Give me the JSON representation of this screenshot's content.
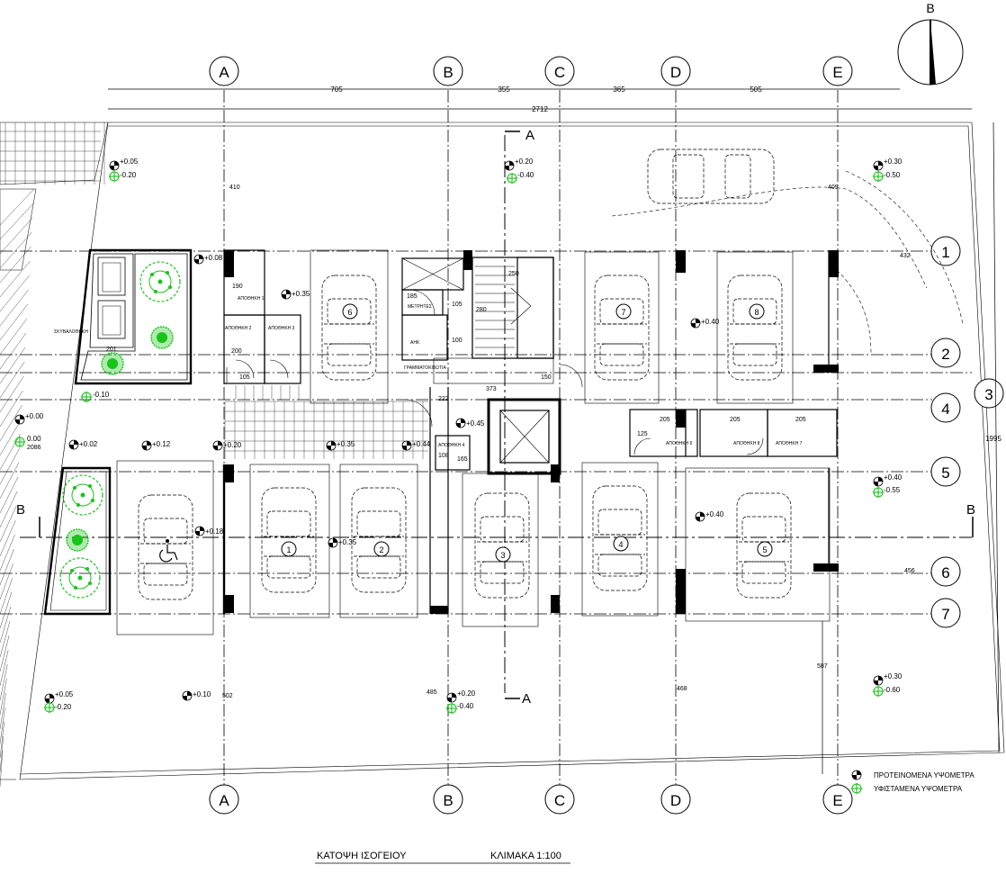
{
  "grid": {
    "letters": [
      "A",
      "B",
      "C",
      "D",
      "E"
    ],
    "numbers": [
      "1",
      "2",
      "3",
      "4",
      "5",
      "6",
      "7"
    ]
  },
  "dimensions": {
    "top_spans": [
      "705",
      "355",
      "365",
      "505"
    ],
    "total_width": "2712",
    "total_height": "1995",
    "misc": [
      "410",
      "409",
      "432",
      "456",
      "190",
      "200",
      "105",
      "201",
      "185",
      "105",
      "100",
      "280",
      "250",
      "150",
      "373",
      "222",
      "108",
      "165",
      "125",
      "205",
      "205",
      "205",
      "2086",
      "502",
      "485",
      "468",
      "587"
    ]
  },
  "sections": {
    "a": "A",
    "b": "B"
  },
  "north_label": "B",
  "levels": {
    "tl_prop": "+0.05",
    "tl_exist": "-0.20",
    "tc_prop": "+0.20",
    "tc_exist": "-0.40",
    "tr_prop": "+0.30",
    "tr_exist": "-0.50",
    "r5_prop": "+0.40",
    "r5_exist": "-0.55",
    "br_prop": "+0.30",
    "br_exist": "-0.60",
    "bl_prop": "+0.05",
    "bl_exist": "-0.20",
    "bc_prop": "+0.20",
    "bc_exist": "-0.40",
    "left_prop": "+0.00",
    "left_exist": "0.00",
    "garden_exist": "-0.10",
    "p008": "+0.08",
    "p035a": "+0.35",
    "p040a": "+0.40",
    "p045": "+0.45",
    "p002": "+0.02",
    "p012": "+0.12",
    "p020": "+0.20",
    "p035b": "+0.35",
    "p044": "+0.44",
    "p018": "+0.18",
    "p035c": "+0.35",
    "p040b": "+0.40",
    "p010": "+0.10"
  },
  "rooms": {
    "storage1": "ΑΠΟΘΗΚΗ 1",
    "storage2": "ΑΠΟΘΗΚΗ 2",
    "storage3": "ΑΠΟΘΗΚΗ 3",
    "storage4": "ΑΠΟΘΗΚΗ 4",
    "storage6": "ΑΠΟΘΗΚΗ 6",
    "storage7": "ΑΠΟΘΗΚΗ 7",
    "storage8": "ΑΠΟΘΗΚΗ 8",
    "meters": "ΜΕΤΡΗΤΕΣ",
    "ahk": "ΑΗΚ",
    "mailboxes": "ΓΡΑΜΜΑΤΟΚΙΒΩΤΙΑ",
    "garbage": "ΣΚΥΒΑΛΟΘΗΚΗ"
  },
  "parking": [
    "1",
    "2",
    "3",
    "4",
    "5",
    "6",
    "7",
    "8"
  ],
  "legend": {
    "proposed": "ΠΡΟΤΕΙΝΟΜΕΝΑ ΥΨΟΜΕΤΡΑ",
    "existing": "ΥΦΙΣΤΑΜΕΝΑ ΥΨΟΜΕΤΡΑ"
  },
  "title": {
    "plan": "ΚΑΤΟΨΗ ΙΣΟΓΕΙΟΥ",
    "scale": "ΚΛΙΜΑΚΑ 1:100"
  },
  "colors": {
    "lines": "#000000",
    "existing_levels": "#19c419",
    "vegetation": "#19c419"
  }
}
